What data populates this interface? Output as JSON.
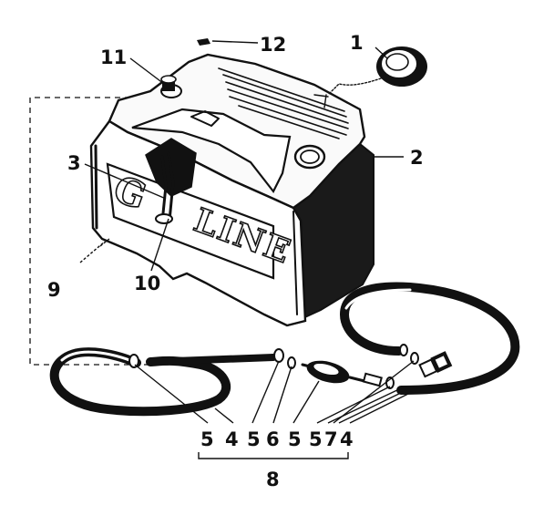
{
  "diagram": {
    "callouts": {
      "c1": "1",
      "c2": "2",
      "c3": "3",
      "c9": "9",
      "c10": "10",
      "c11": "11",
      "c12": "12",
      "c8": "8"
    },
    "tank_label": "LINE",
    "tank_label_letters": "G",
    "hose_callout_row": [
      "5",
      "4",
      "5",
      "6",
      "5",
      "5",
      "7",
      "4"
    ]
  }
}
